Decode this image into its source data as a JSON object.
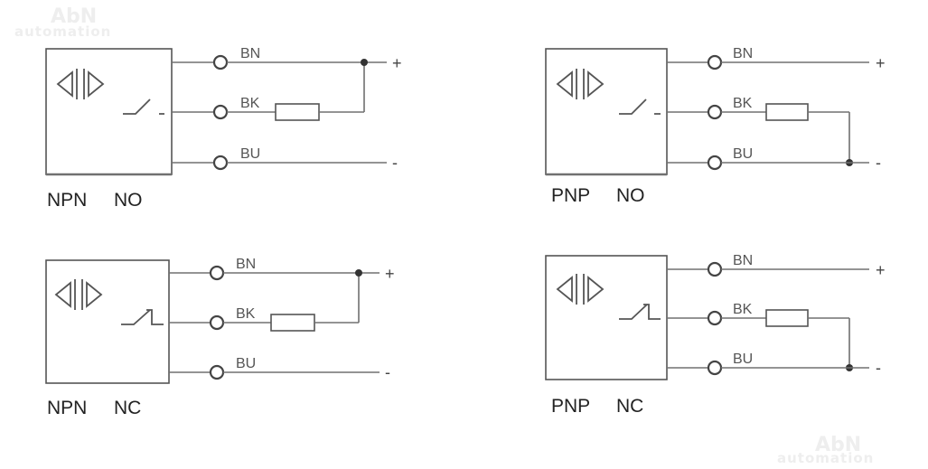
{
  "watermark": {
    "brand": "AbN",
    "sub": "automation"
  },
  "wire_labels": {
    "brown": "BN",
    "black": "BK",
    "blue": "BU"
  },
  "polarity": {
    "positive": "+",
    "negative": "-"
  },
  "diagrams": [
    {
      "type": "NPN",
      "contact": "NO"
    },
    {
      "type": "PNP",
      "contact": "NO"
    },
    {
      "type": "NPN",
      "contact": "NC"
    },
    {
      "type": "PNP",
      "contact": "NC"
    }
  ]
}
